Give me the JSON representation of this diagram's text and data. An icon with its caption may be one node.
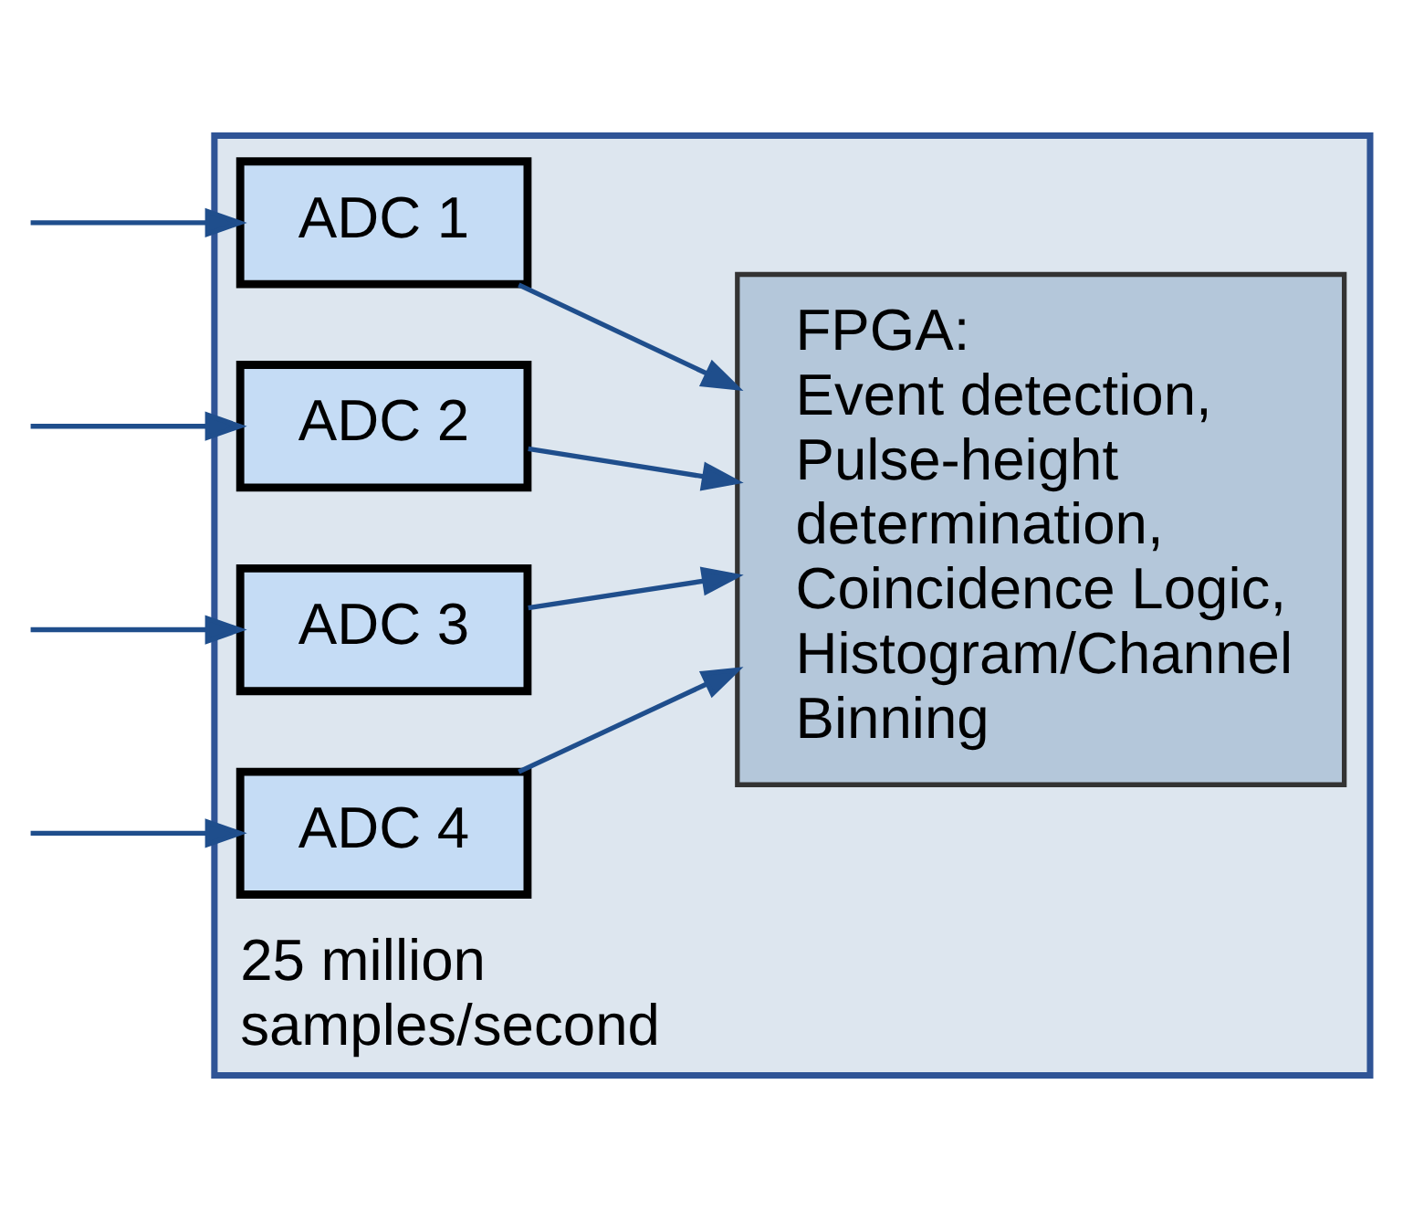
{
  "diagram": {
    "nodes": [
      {
        "text": [
          "25 million samples/second"
        ]
      },
      {
        "text": [
          "ADC 1"
        ],
        "in": 0
      },
      {
        "text": [
          "ADC 2"
        ],
        "in": 0
      },
      {
        "text": [
          "ADC 3"
        ],
        "in": 0
      },
      {
        "text": [
          "ADC 4"
        ],
        "in": 0
      },
      {
        "text": [
          "FPGA:",
          "Event detection, Pulse-height determination, Coincidence Logic, Histogram/Channel Binning"
        ],
        "in": 0
      }
    ],
    "edges": [
      {
        "from": null,
        "to": 1,
        "arrow": "to"
      },
      {
        "from": null,
        "to": 2,
        "arrow": "to"
      },
      {
        "from": null,
        "to": 3,
        "arrow": "to"
      },
      {
        "from": null,
        "to": 4,
        "arrow": "to"
      },
      {
        "from": 1,
        "to": 5,
        "arrow": "to"
      },
      {
        "from": 2,
        "to": 5,
        "arrow": "to"
      },
      {
        "from": 3,
        "to": 5,
        "arrow": "to"
      },
      {
        "from": 4,
        "to": 5,
        "arrow": "to"
      }
    ]
  }
}
